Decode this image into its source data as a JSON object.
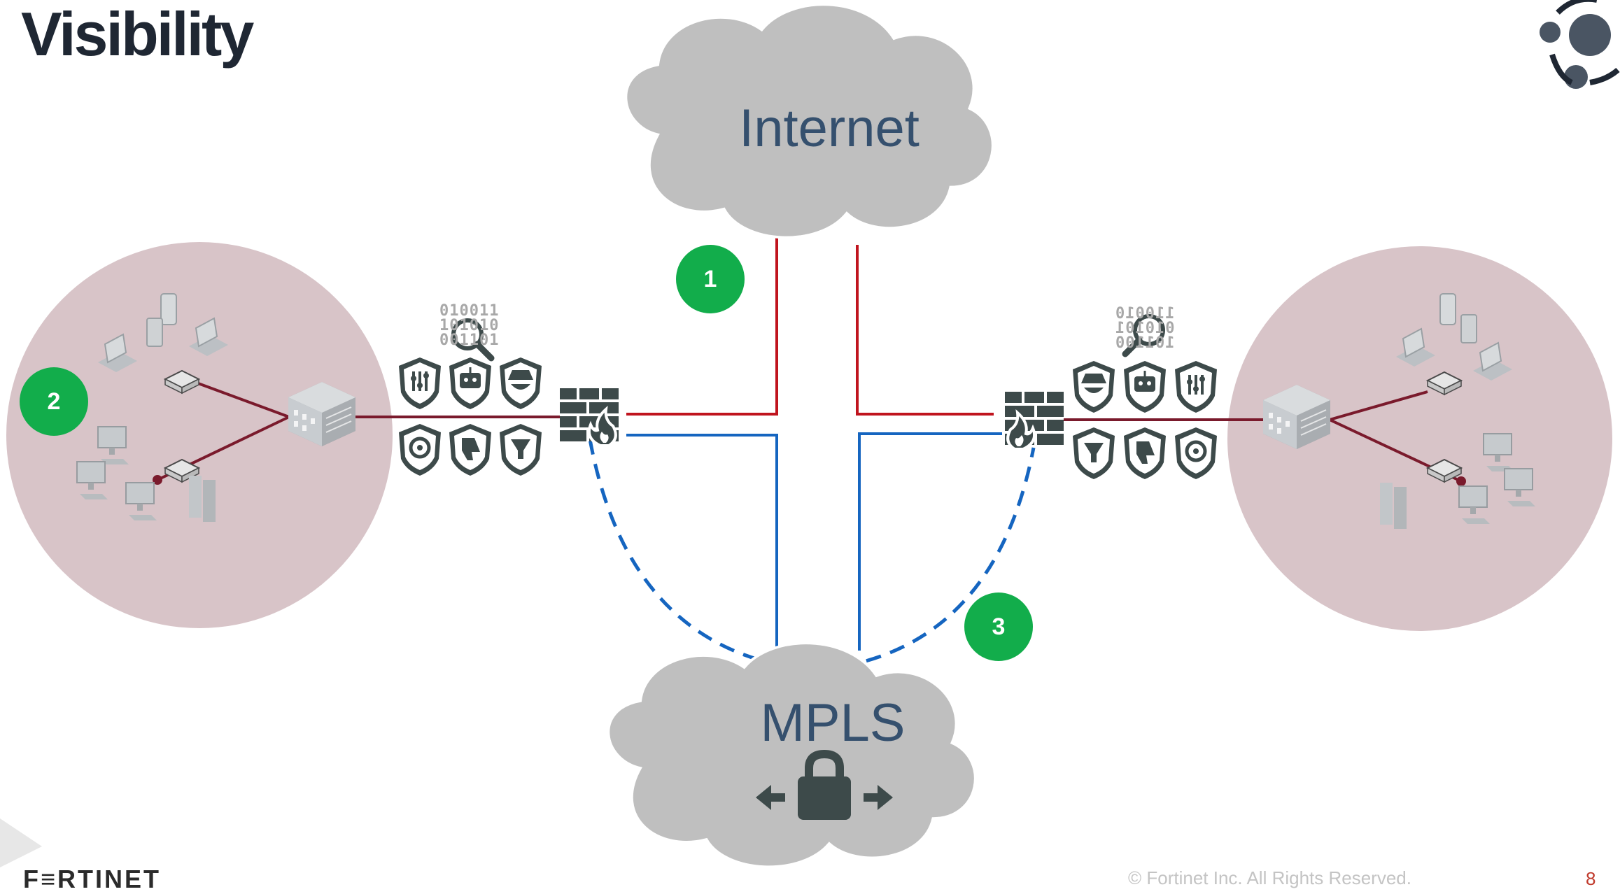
{
  "slide": {
    "title": "Visibility",
    "page_number": "8",
    "copyright": "© Fortinet Inc. All Rights Reserved.",
    "brand": "F≡RTINET"
  },
  "clouds": {
    "internet_label": "Internet",
    "mpls_label": "MPLS"
  },
  "badges": [
    "1",
    "2",
    "3"
  ],
  "binary_left": [
    "010011",
    "101010",
    "001101"
  ],
  "binary_right": [
    "110010",
    "010101",
    "101100"
  ],
  "icons": {
    "logo": "fortinet-orbit-logo-icon",
    "firewall": "firewall-icon",
    "building": "building-icon",
    "lock": "lock-icon",
    "shields": [
      "application-control-icon",
      "bot-icon",
      "spy-icon",
      "biohazard-icon",
      "thumbs-down-icon",
      "filter-icon"
    ]
  },
  "colors": {
    "internet_link": "#c0141e",
    "mpls_link": "#1565c0",
    "badge": "#12ad4b",
    "site_circle": "#d8c4c8",
    "lan_link": "#7a1a2c",
    "cloud": "#bfbfbf",
    "icon_dark": "#3d4a4a"
  }
}
